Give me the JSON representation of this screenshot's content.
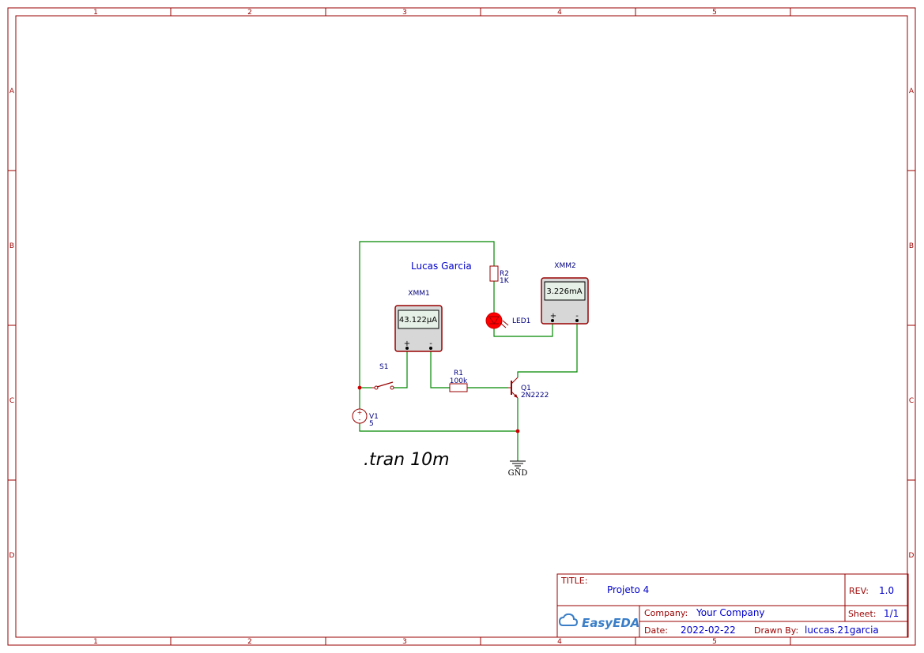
{
  "frame": {
    "columns": [
      "1",
      "2",
      "3",
      "4",
      "5"
    ],
    "rows": [
      "A",
      "B",
      "C",
      "D"
    ]
  },
  "schematic": {
    "author_text": "Lucas Garcia",
    "sim_directive": ".tran 10m",
    "meters": [
      {
        "ref": "XMM1",
        "reading": "43.122µA",
        "plus": "+",
        "minus": "-"
      },
      {
        "ref": "XMM2",
        "reading": "3.226mA",
        "plus": "+",
        "minus": "-"
      }
    ],
    "components": {
      "r1": {
        "ref": "R1",
        "value": "100k"
      },
      "r2": {
        "ref": "R2",
        "value": "1K"
      },
      "led": {
        "ref": "LED1"
      },
      "switch": {
        "ref": "S1"
      },
      "source": {
        "ref": "V1",
        "value": "5",
        "plus": "+",
        "minus": "-"
      },
      "transistor": {
        "ref": "Q1",
        "value": "2N2222"
      },
      "ground": {
        "label": "GND"
      }
    }
  },
  "title_block": {
    "title_label": "TITLE:",
    "title": "Projeto 4",
    "rev_label": "REV:",
    "rev": "1.0",
    "logo_text": "EasyEDA",
    "company_label": "Company:",
    "company": "Your Company",
    "sheet_label": "Sheet:",
    "sheet": "1/1",
    "date_label": "Date:",
    "date": "2022-02-22",
    "drawn_by_label": "Drawn By:",
    "drawn_by": "luccas.21garcia"
  }
}
